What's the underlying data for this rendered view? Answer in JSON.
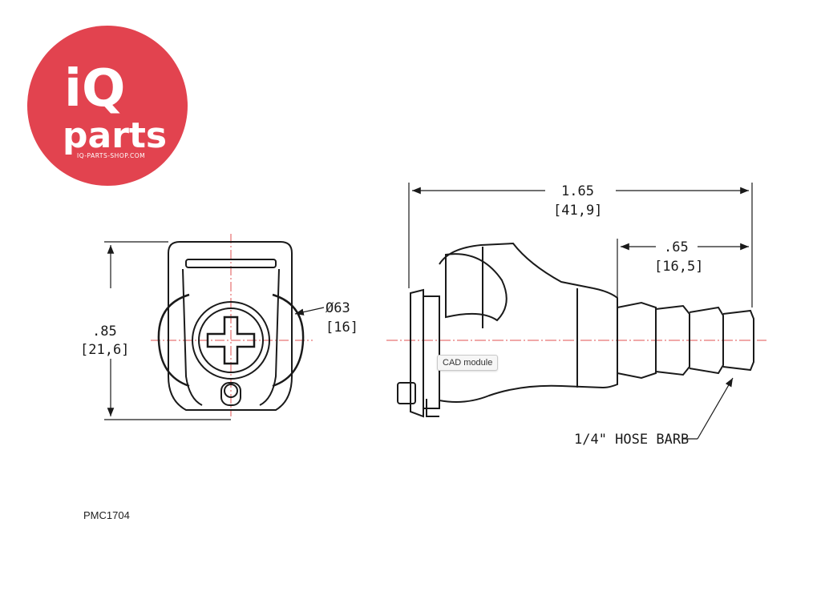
{
  "logo": {
    "brand_main": "iQ",
    "brand_sub": "parts",
    "url": "IQ-PARTS-SHOP.COM",
    "color": "#e2434f"
  },
  "front_view": {
    "height_in": ".85",
    "height_mm": "[21,6]",
    "diameter_in": "Ø63",
    "diameter_mm": "[16]"
  },
  "side_view": {
    "length_in": "1.65",
    "length_mm": "[41,9]",
    "barb_in": ".65",
    "barb_mm": "[16,5]",
    "hose_note": "1/4\" HOSE BARB"
  },
  "tooltip": "CAD module",
  "part_number": "PMC1704",
  "colors": {
    "center_line": "#e05050",
    "ink": "#1a1a1a"
  }
}
